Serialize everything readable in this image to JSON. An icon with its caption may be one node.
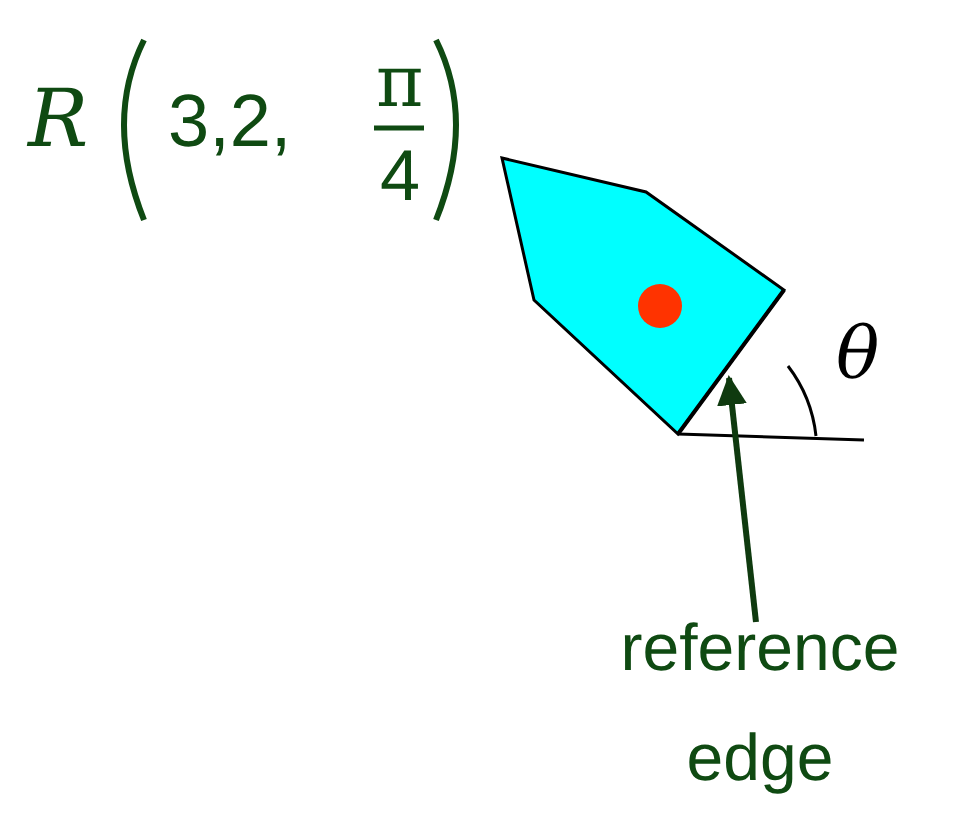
{
  "diagram": {
    "nodes": [
      {
        "text": [
          "reference edge"
        ]
      },
      {
        "text": [],
        "shape": "line"
      }
    ],
    "edges": [
      {
        "from": 0,
        "to": 1,
        "arrow": "to"
      }
    ],
    "labels": [
      "R",
      "3,2,",
      "π",
      "4",
      "θ"
    ]
  }
}
